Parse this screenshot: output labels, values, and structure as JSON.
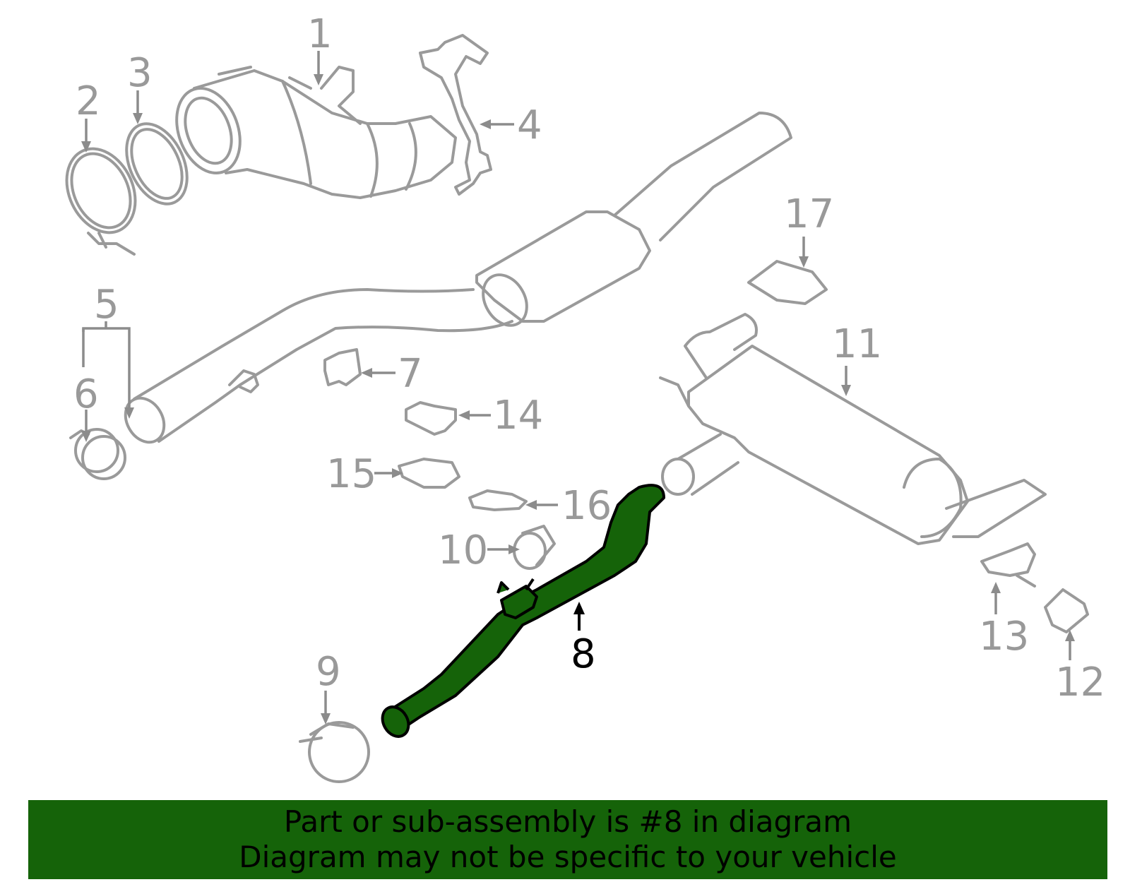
{
  "diagram": {
    "highlighted_part": "8",
    "highlight_color": "#156309",
    "part_color": "#9a9a9a",
    "callouts": [
      "1",
      "2",
      "3",
      "4",
      "5",
      "6",
      "7",
      "8",
      "9",
      "10",
      "11",
      "12",
      "13",
      "14",
      "15",
      "16",
      "17"
    ]
  },
  "banner": {
    "line1": "Part or sub-assembly is #8 in diagram",
    "line2": "Diagram may not be specific to your vehicle",
    "background": "#156309"
  }
}
